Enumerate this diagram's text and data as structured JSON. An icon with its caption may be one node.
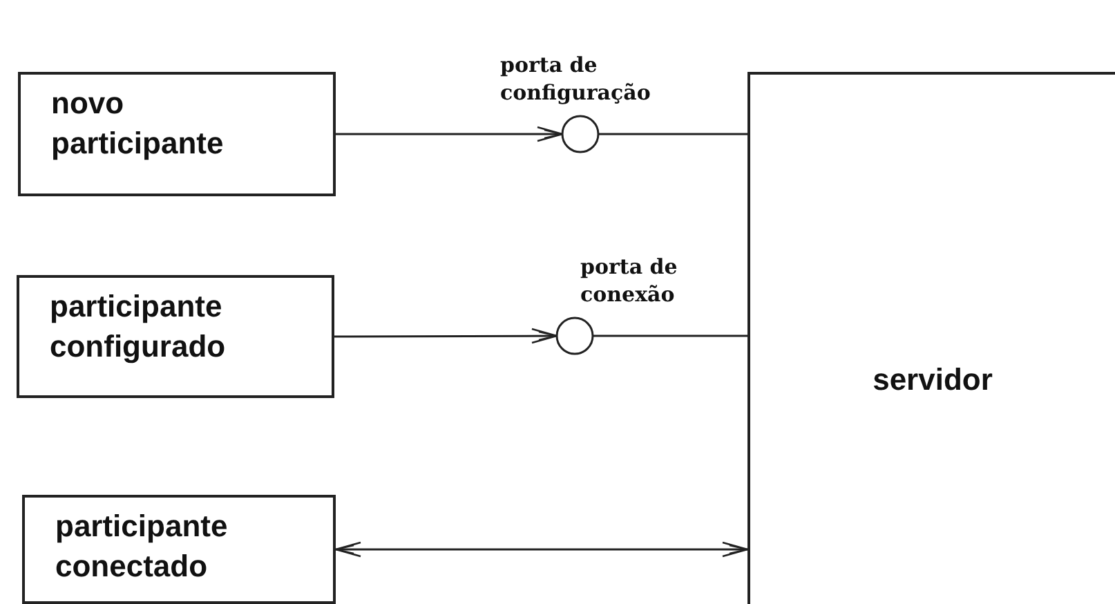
{
  "diagram": {
    "nodes": [
      {
        "text": [
          "novo participante"
        ]
      },
      {
        "text": [
          "participante configurado"
        ]
      },
      {
        "text": [
          "participante conectado"
        ]
      },
      {
        "text": [
          "servidor"
        ]
      },
      {
        "text": [
          "porta de configuração"
        ]
      },
      {
        "text": [
          "porta de conexão"
        ]
      }
    ],
    "edges": [
      {
        "from": 0,
        "to": 4,
        "arrow": "to"
      },
      {
        "from": 4,
        "to": 3,
        "arrow": "none"
      },
      {
        "from": 1,
        "to": 5,
        "arrow": "to"
      },
      {
        "from": 5,
        "to": 3,
        "arrow": "none"
      },
      {
        "from": 2,
        "to": 3,
        "arrow": "both"
      }
    ]
  }
}
